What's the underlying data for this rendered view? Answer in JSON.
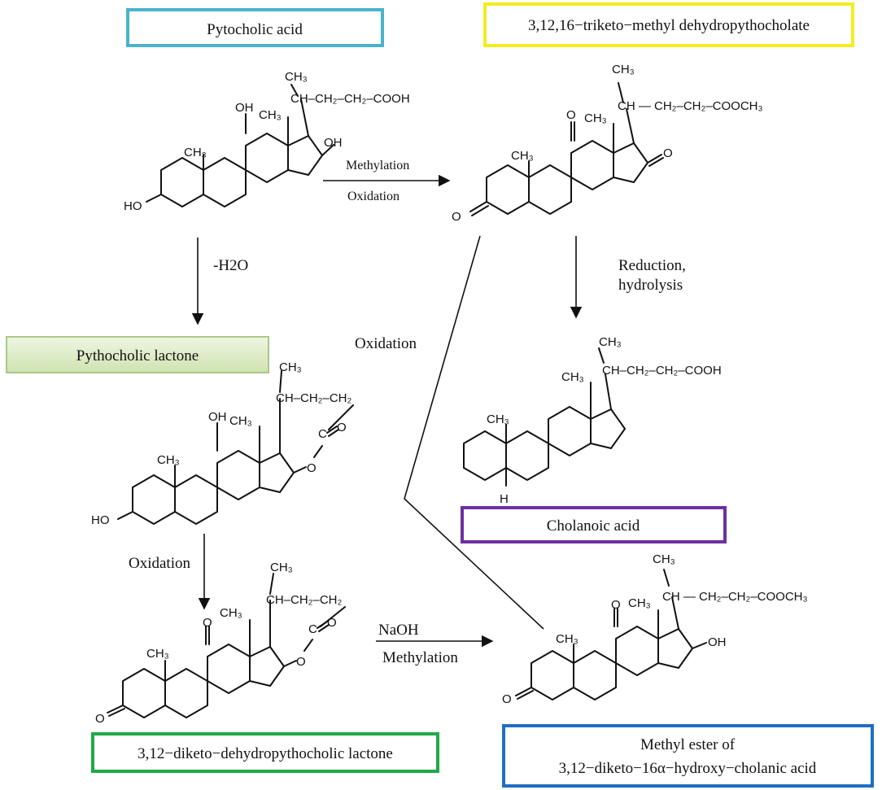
{
  "compounds": {
    "pytocholic_acid": "Pytocholic  acid",
    "triketo_ester": "3,12,16−triketo−methyl dehydropythocholate",
    "lactone": "Pythocholic lactone",
    "cholanoic": "Cholanoic acid",
    "diketo_lactone": "3,12−diketo−dehydropythocholic lactone",
    "methyl_ester_1": "Methyl  ester of",
    "methyl_ester_2": "3,12−diketo−16α−hydroxy−cholanic acid"
  },
  "arrows": {
    "methylation": "Methylation",
    "oxidation_top": "Oxidation",
    "h2o": "-H2O",
    "reduction_1": "Reduction,",
    "reduction_2": "hydrolysis",
    "oxidation_mid": "Oxidation",
    "oxidation_left": "Oxidation",
    "naoh": "NaOH",
    "methylation_bottom": "Methylation"
  },
  "labels": {
    "ch3": "CH₃",
    "oh": "OH",
    "ho": "HO",
    "o": "O",
    "h": "H",
    "side_acid": "CH–CH₂–CH₂–COOH",
    "side_ester_long": "CH —  CH₂–CH₂–COOCH₃",
    "side_ester": "CH — CH₂–CH₂–COOCH₃",
    "side_lactone": "CH–CH₂–CH₂",
    "co": "C"
  },
  "colors": {
    "box_pytocholic": "#4ab3cc",
    "box_triketo": "#f5ec1f",
    "box_lactone_fill": "#dcebc4",
    "box_lactone_stroke": "#a9c98a",
    "box_cholanoic": "#6f2fa0",
    "box_diketo": "#1ea94a",
    "box_methyl_ester": "#1f6fc1"
  }
}
